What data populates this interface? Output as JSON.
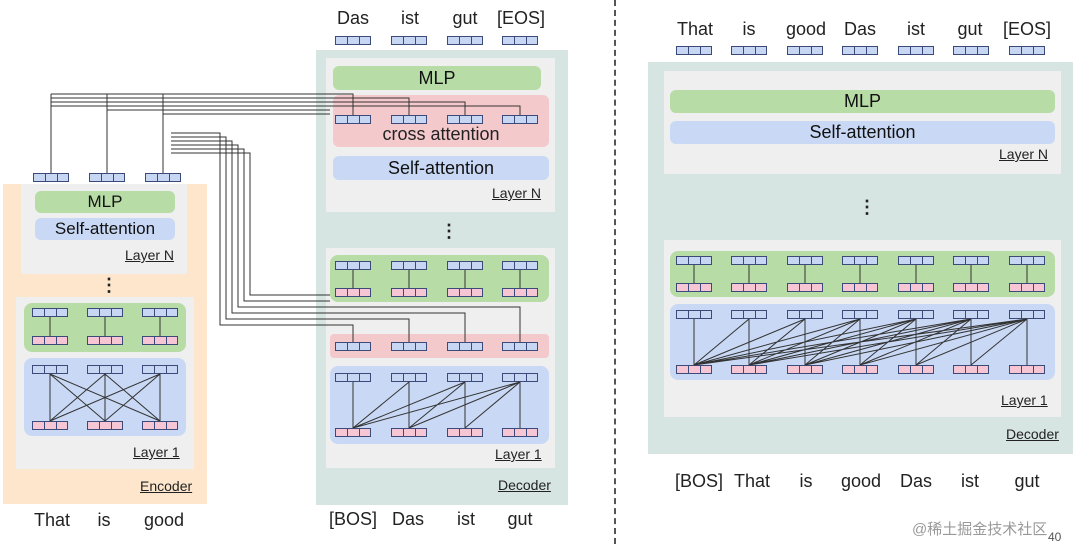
{
  "encoder": {
    "inputs": [
      "That",
      "is",
      "good"
    ],
    "mlp_label": "MLP",
    "self_attention_label": "Self-attention",
    "layer_n_label": "Layer N",
    "layer_1_label": "Layer 1",
    "block_label": "Encoder"
  },
  "decoder_left": {
    "outputs": [
      "Das",
      "ist",
      "gut",
      "[EOS]"
    ],
    "inputs": [
      "[BOS]",
      "Das",
      "ist",
      "gut"
    ],
    "mlp_label": "MLP",
    "cross_attention_label": "cross attention",
    "self_attention_label": "Self-attention",
    "layer_n_label": "Layer N",
    "layer_1_label": "Layer 1",
    "block_label": "Decoder"
  },
  "decoder_right": {
    "outputs": [
      "That",
      "is",
      "good",
      "Das",
      "ist",
      "gut",
      "[EOS]"
    ],
    "inputs": [
      "[BOS]",
      "That",
      "is",
      "good",
      "Das",
      "ist",
      "gut"
    ],
    "mlp_label": "MLP",
    "self_attention_label": "Self-attention",
    "layer_n_label": "Layer N",
    "layer_1_label": "Layer 1",
    "block_label": "Decoder"
  },
  "ellipsis": "⋮",
  "watermark": "@稀土掘金技术社区",
  "page_number": "40"
}
